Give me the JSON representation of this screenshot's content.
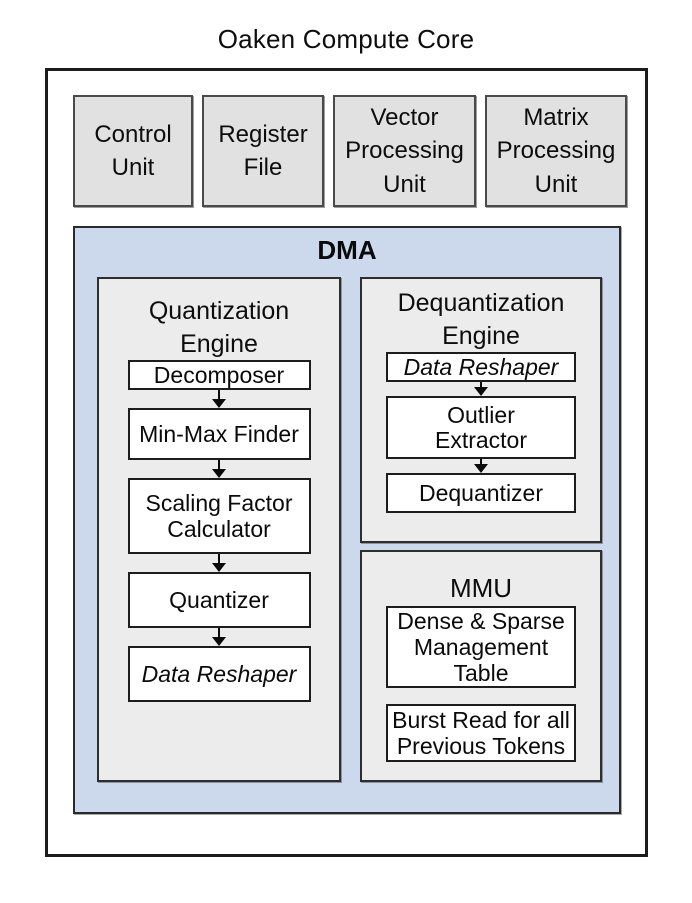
{
  "figure": {
    "title": "Oaken Compute Core"
  },
  "top_units": [
    "Control\nUnit",
    "Register\nFile",
    "Vector\nProcessing\nUnit",
    "Matrix\nProcessing\nUnit"
  ],
  "dma": {
    "label": "DMA",
    "quantization_engine": {
      "title": "Quantization\nEngine",
      "blocks": [
        "Decomposer",
        "Min-Max Finder",
        "Scaling Factor\nCalculator",
        "Quantizer",
        "Data Reshaper"
      ]
    },
    "dequantization_engine": {
      "title": "Dequantization\nEngine",
      "blocks": [
        "Data Reshaper",
        "Outlier\nExtractor",
        "Dequantizer"
      ]
    },
    "mmu": {
      "title": "MMU",
      "blocks": [
        "Dense & Sparse\nManagement\nTable",
        "Burst Read for all\nPrevious Tokens"
      ]
    }
  },
  "colors": {
    "dma_background": "#ccd9ec",
    "panel_background": "#ececec",
    "unit_background": "#e1e1e1",
    "block_background": "#ffffff",
    "border": "#1c1c1c"
  }
}
